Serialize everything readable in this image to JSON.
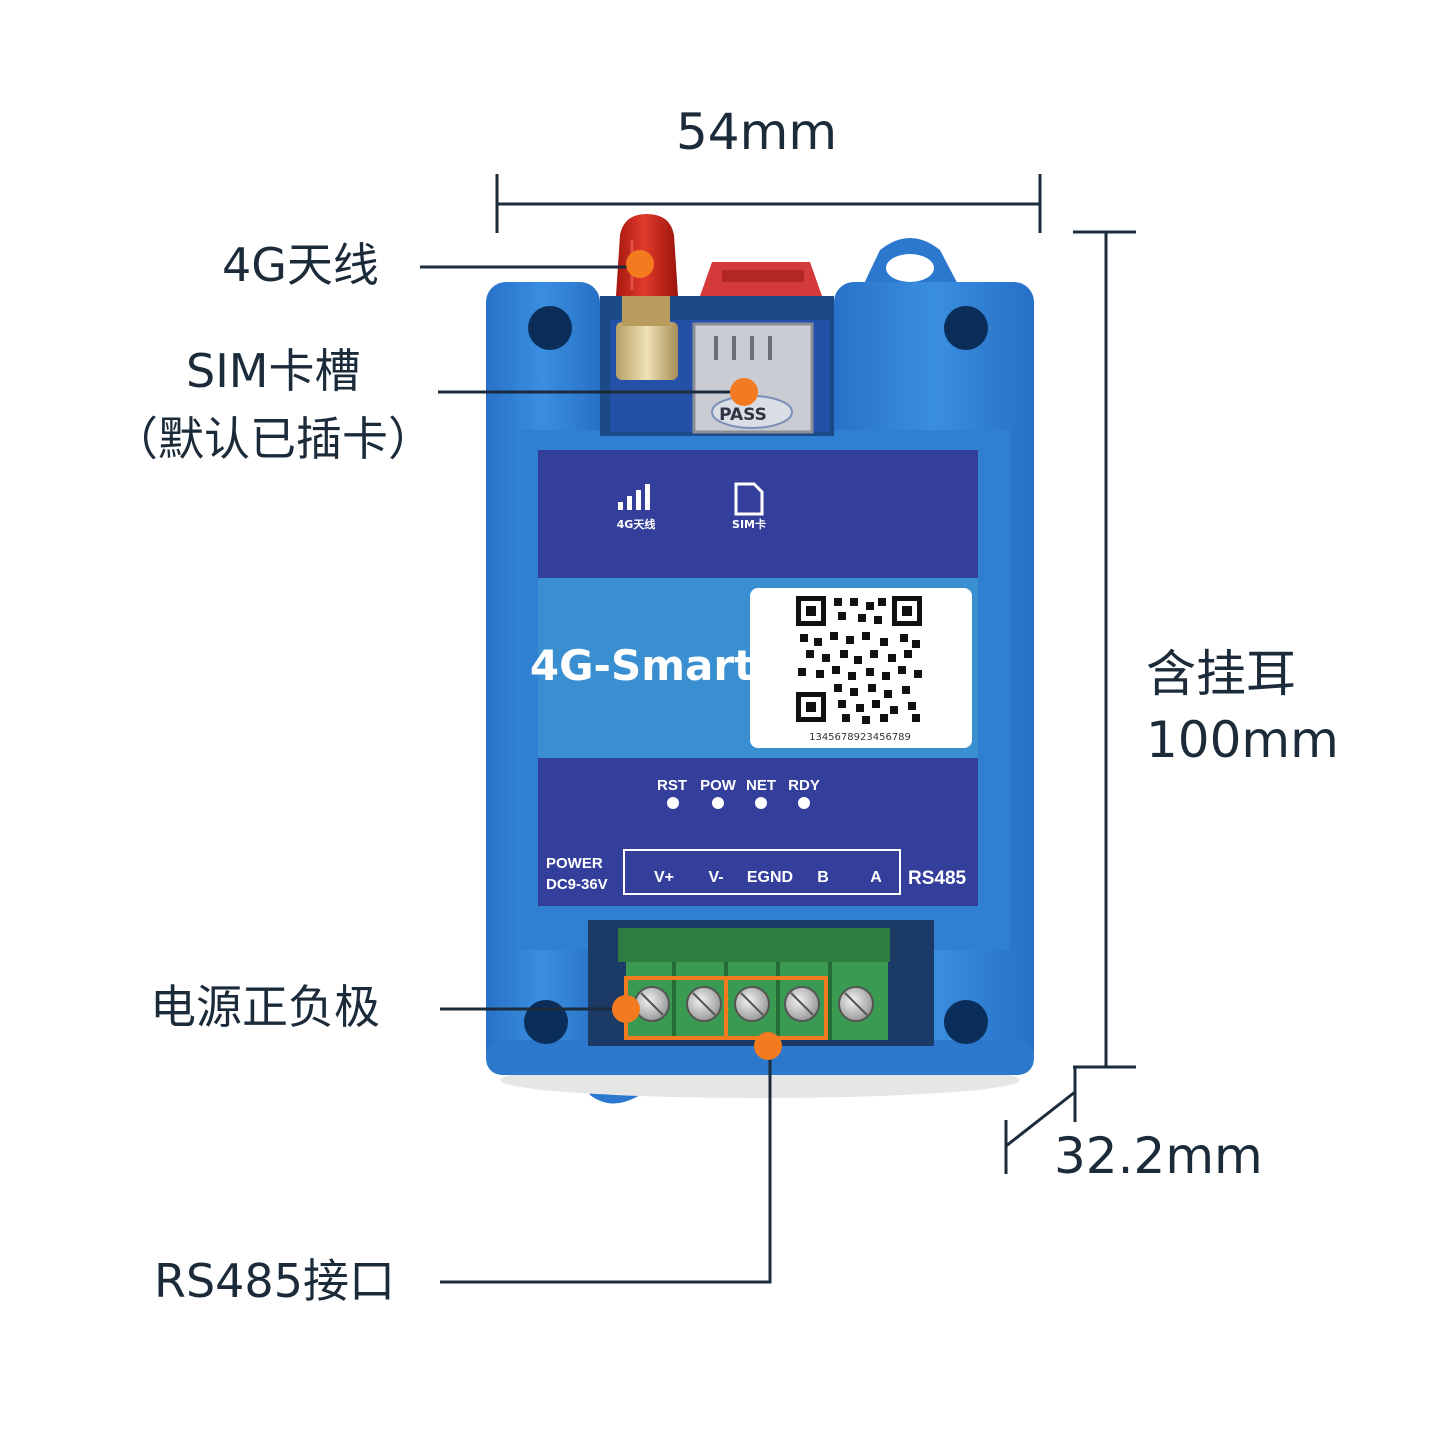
{
  "dimensions": {
    "width": "54mm",
    "height_line1": "含挂耳",
    "height_line2": "100mm",
    "depth": "32.2mm"
  },
  "callouts": {
    "antenna": "4G天线",
    "sim_line1": "SIM卡槽",
    "sim_line2": "（默认已插卡）",
    "power": "电源正负极",
    "rs485": "RS485接口"
  },
  "device": {
    "brand": "4G-Smart",
    "qr_number": "1345678923456789",
    "sim_sticker": "PASS",
    "top_icons": {
      "antenna_label": "4G天线",
      "sim_label": "SIM卡"
    },
    "leds": [
      "RST",
      "POW",
      "NET",
      "RDY"
    ],
    "power_label_1": "POWER",
    "power_label_2": "DC9-36V",
    "terminals": [
      "V+",
      "V-",
      "EGND",
      "B",
      "A"
    ],
    "interface_label": "RS485"
  },
  "colors": {
    "housing_blue": "#2f7fd3",
    "label_dark_blue": "#343f9b",
    "label_light_blue": "#3a8fd0",
    "terminal_green": "#3a9a52",
    "callout_orange": "#f47a20",
    "antenna_red": "#d22a1e"
  }
}
